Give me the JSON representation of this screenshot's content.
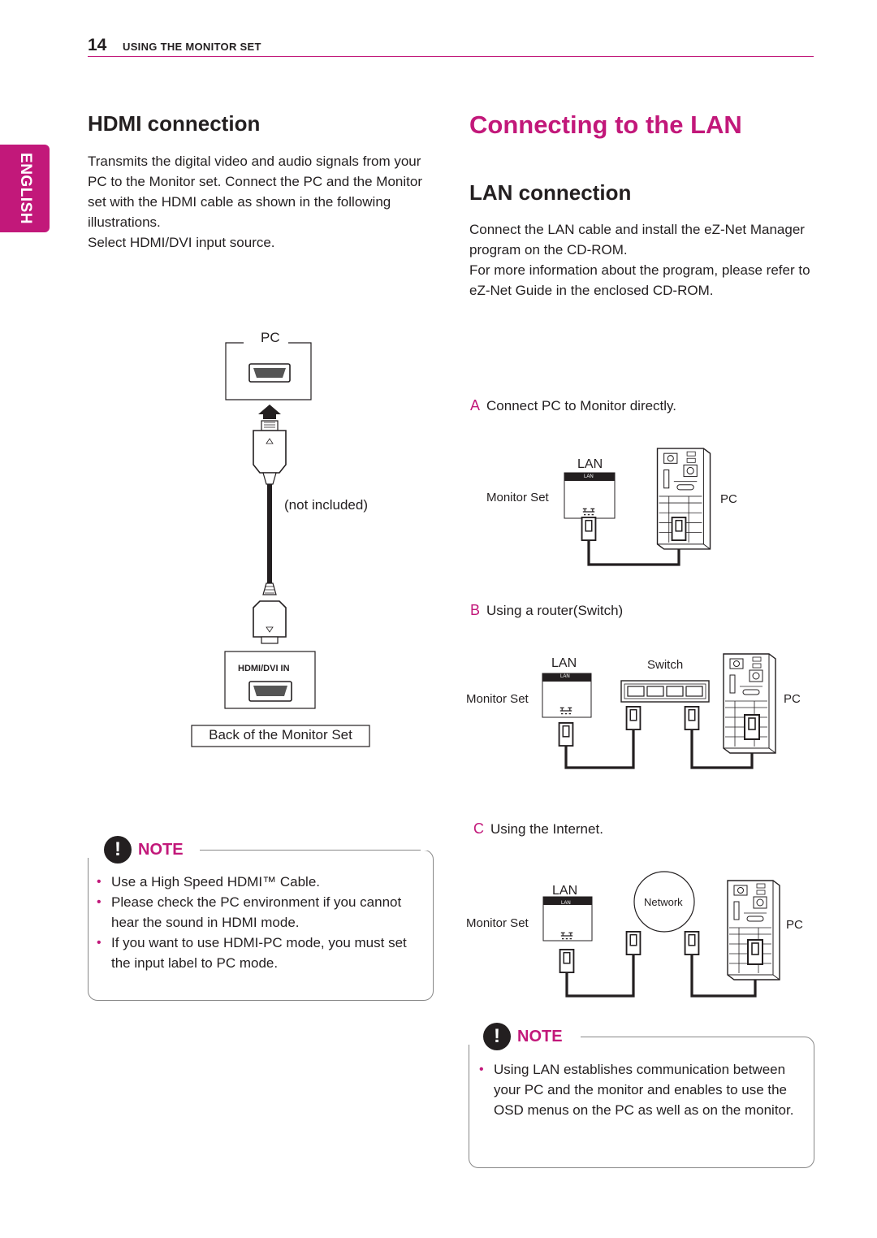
{
  "header": {
    "page_number": "14",
    "section": "USING THE MONITOR SET"
  },
  "side_tab": {
    "language": "ENGLISH"
  },
  "hdmi": {
    "heading": "HDMI connection",
    "paragraph": "Transmits the digital video and audio signals from your PC to the Monitor set. Connect the PC and the Monitor set with the HDMI cable as shown in the following illustrations.",
    "paragraph2": "Select HDMI/DVI input source.",
    "diagram": {
      "pc_label": "PC",
      "cable_label": "(not included)",
      "port_label": "HDMI/DVI IN",
      "back_label": "Back of the Monitor Set"
    },
    "note": {
      "badge": "!",
      "title": "NOTE",
      "items": [
        "Use a High Speed HDMI™ Cable.",
        "Please check the PC environment if you cannot hear the sound in HDMI mode.",
        "If you want to use HDMI-PC mode, you must set the input label to PC mode."
      ]
    }
  },
  "lan": {
    "main_heading": "Connecting to the LAN",
    "sub_heading": "LAN connection",
    "paragraph": "Connect the LAN cable and install the eZ-Net Manager program on the CD-ROM.",
    "paragraph2": "For more information about the program, please refer to eZ-Net Guide in the enclosed CD-ROM.",
    "scenarios": [
      {
        "letter": "A",
        "text": "Connect PC to Monitor directly."
      },
      {
        "letter": "B",
        "text": "Using a router(Switch)"
      },
      {
        "letter": "C",
        "text": "Using the Internet."
      }
    ],
    "diagram_labels": {
      "lan": "LAN",
      "port_lan": "LAN",
      "monitor_set": "Monitor Set",
      "pc": "PC",
      "switch": "Switch",
      "network": "Network"
    },
    "note": {
      "badge": "!",
      "title": "NOTE",
      "items": [
        "Using LAN establishes communication between your PC and the monitor and enables to use the OSD menus on the PC as well as on the monitor."
      ]
    }
  },
  "colors": {
    "accent": "#c2187a",
    "text": "#231f20"
  }
}
